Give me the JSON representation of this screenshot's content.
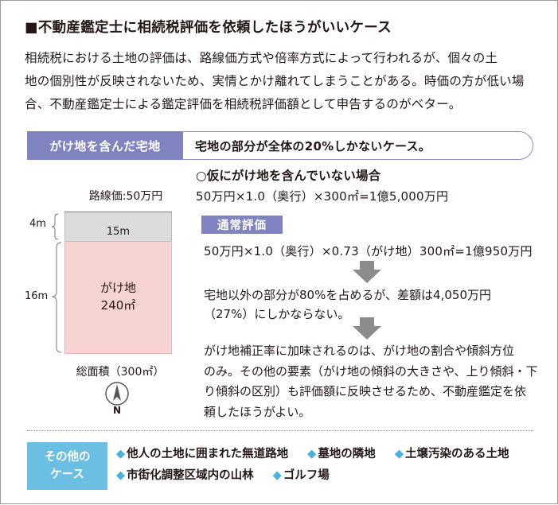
{
  "title": "■不動産鑑定士に相続税評価を依頼したほうがいいケース",
  "intro_lines": [
    "相続税における土地の評価は、路線価方式や倍率方式によって行われるが、個々の土",
    "地の個別性が反映されないため、実情とかけ離れてしまうことがある。時価の方が低い場",
    "合、不動産鑑定士による鑑定評価を相続税評価額として申告するのがベター。"
  ],
  "case": {
    "tag": "がけ地を含んだ宅地",
    "description": "宅地の部分が全体の20%しかないケース。"
  },
  "diagram": {
    "road_label": "路線価:50万円",
    "width_label": "15m",
    "gake_height_label": "4m",
    "land_height_label": "16m",
    "plot_name": "がけ地",
    "plot_area": "240㎡",
    "total_area": "総面積（300㎡）",
    "north_label": "N"
  },
  "hypothetical": {
    "title": "○仮にがけ地を含んでいない場合",
    "calc": "50万円×1.0（奥行）×300㎡=1億5,000万円"
  },
  "normal": {
    "tag": "通常評価",
    "calc": "50万円×1.0（奥行）×0.73（がけ地）300㎡=1億950万円"
  },
  "difference_lines": [
    "宅地以外の部分が80%を占めるが、差額は4,050万円",
    "（27%）にしかならない。"
  ],
  "correction_lines": [
    "がけ地補正率に加味されるのは、がけ地の割合や傾斜方位",
    "のみ。その他の要素（がけ地の傾斜の大きさや、上り傾斜・下",
    "り傾斜の区別）も評価額に反映させるため、不動産鑑定を依",
    "頼したほうがよい。"
  ],
  "other_cases": {
    "tag_line1": "その他の",
    "tag_line2": "ケース",
    "bullet": "◆",
    "row1": [
      "他人の土地に囲まれた無道路地",
      "墓地の隣地",
      "土壌汚染のある土地"
    ],
    "row2": [
      "市街化調整区域内の山林",
      "ゴルフ場"
    ]
  },
  "colors": {
    "accent_purple": "#7f84c0",
    "accent_blue": "#6bbfe3",
    "gake_gray": "#dcdcdc",
    "land_pink": "#f7d3d4",
    "arrow_gray": "#8c8c8c"
  },
  "icons": {
    "compass": "north-compass-icon",
    "arrow": "down-arrow-icon"
  }
}
